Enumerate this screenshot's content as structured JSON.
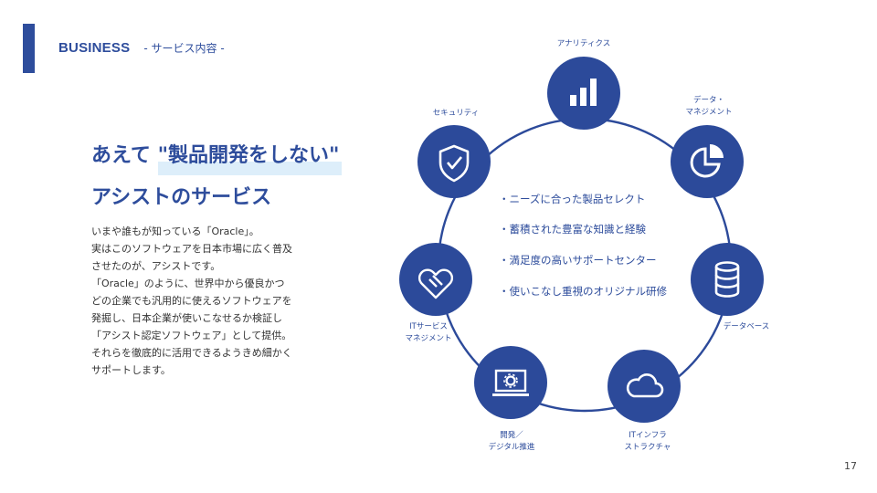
{
  "header": {
    "en": "BUSINESS",
    "jp": "- サービス内容 -"
  },
  "headline": {
    "line1_prefix": "あえて",
    "line1_mark": "\"製品開発をしない\"",
    "line2": "アシストのサービス"
  },
  "body": {
    "lines": [
      "いまや誰もが知っている「Oracle」。",
      "実はこのソフトウェアを日本市場に広く普及",
      "させたのが、アシストです。",
      "「Oracle」のように、世界中から優良かつ",
      "どの企業でも汎用的に使えるソフトウェアを",
      "発掘し、日本企業が使いこなせるか検証し",
      "「アシスト認定ソフトウェア」として提供。",
      "それらを徹底的に活用できるようきめ細かく",
      "サポートします。"
    ]
  },
  "diagram": {
    "color": "#2c4a9a",
    "nodes": [
      {
        "icon": "bar-chart-icon",
        "label_lines": [
          "アナリティクス"
        ]
      },
      {
        "icon": "pie-chart-icon",
        "label_lines": [
          "データ・",
          "マネジメント"
        ]
      },
      {
        "icon": "database-icon",
        "label_lines": [
          "データベース"
        ]
      },
      {
        "icon": "cloud-icon",
        "label_lines": [
          "ITインフラ",
          "ストラクチャ"
        ]
      },
      {
        "icon": "monitor-gear-icon",
        "label_lines": [
          "開発／",
          "デジタル推進"
        ]
      },
      {
        "icon": "handshake-heart-icon",
        "label_lines": [
          "ITサービス",
          "マネジメント"
        ]
      },
      {
        "icon": "shield-check-icon",
        "label_lines": [
          "セキュリティ"
        ]
      }
    ],
    "center_items": [
      "・ニーズに合った製品セレクト",
      "・蓄積された豊富な知識と経験",
      "・満足度の高いサポートセンター",
      "・使いこなし重視のオリジナル研修"
    ]
  },
  "page_number": "17"
}
